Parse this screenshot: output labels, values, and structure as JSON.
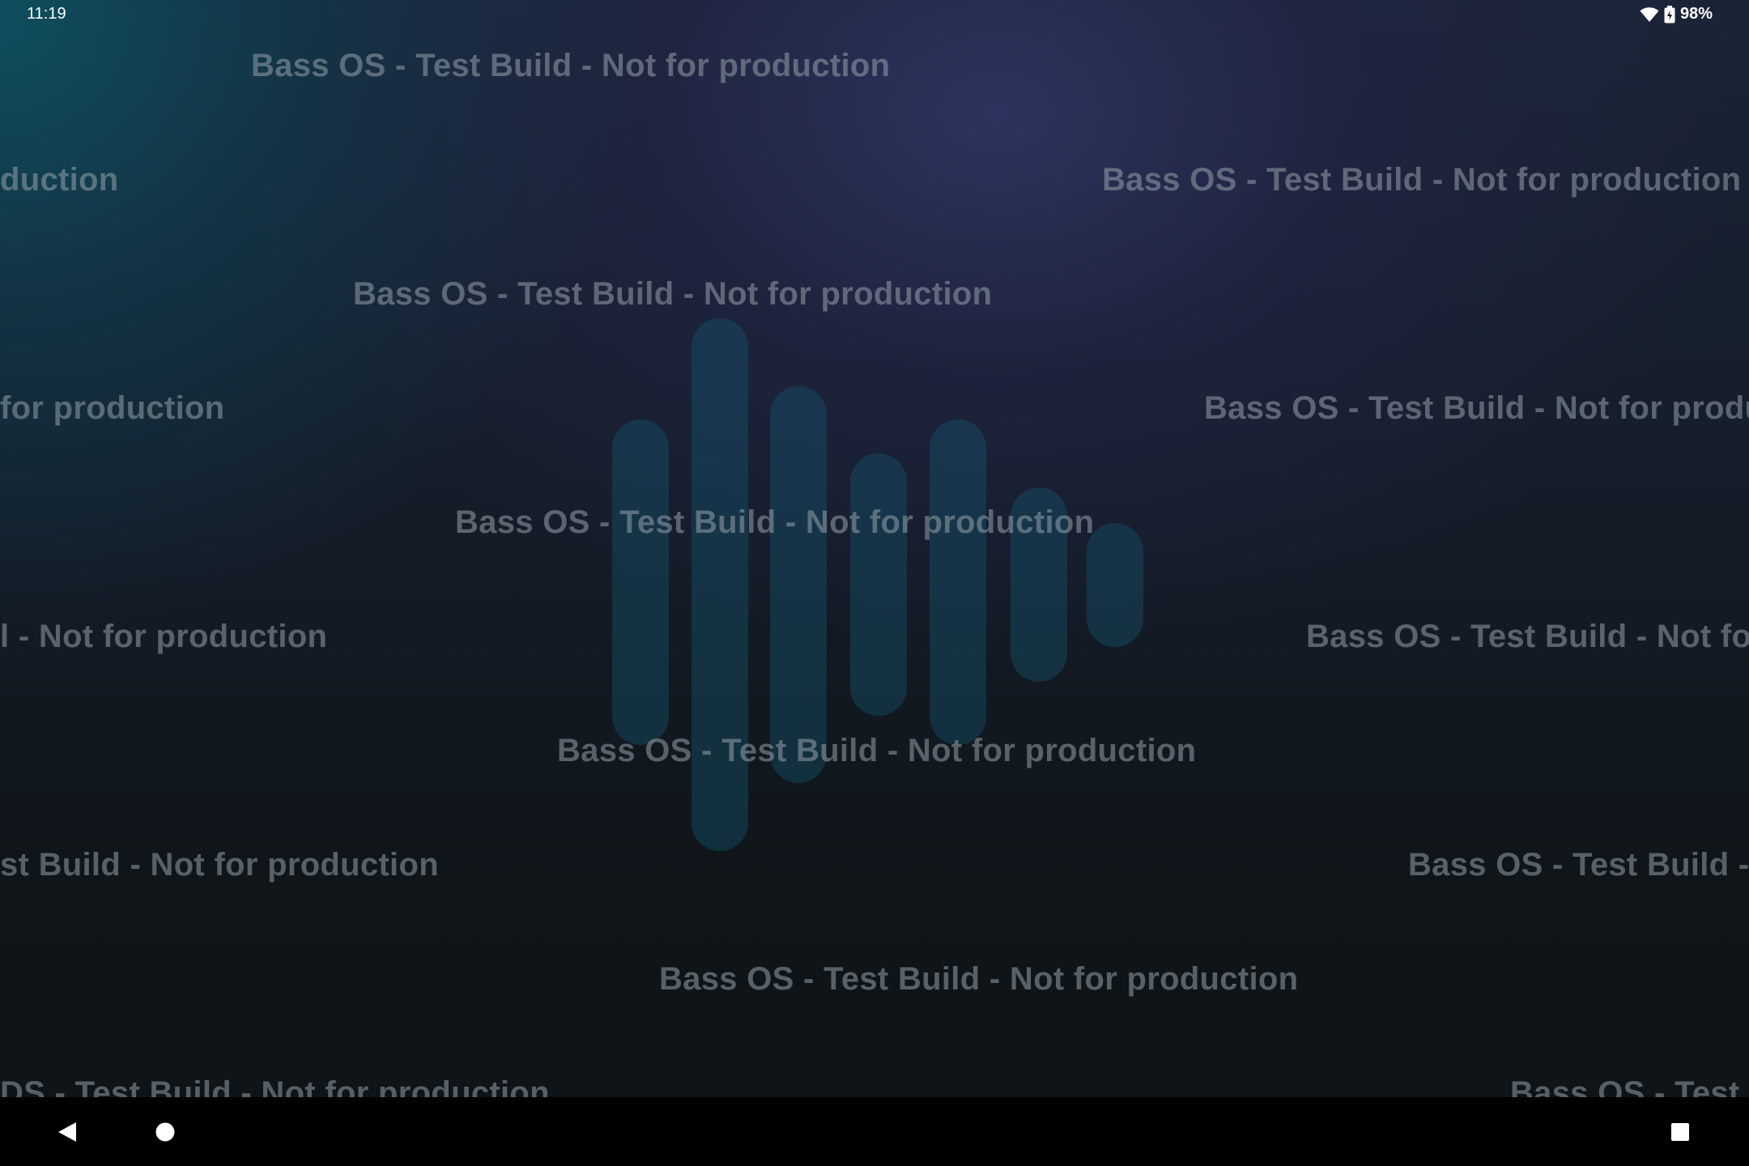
{
  "status_bar": {
    "time": "11:19",
    "battery_percent": "98%",
    "icons": [
      "wifi-icon",
      "battery-icon"
    ]
  },
  "wallpaper": {
    "logo_icon": "sound-wave-logo-icon",
    "watermark_text": "Bass OS - Test Build - Not for production",
    "colors": {
      "teal": "#0e5060",
      "indigo": "#2e3460",
      "dark": "#0e1317"
    }
  },
  "watermarks": [
    {
      "text": "Bass OS - Test Build - Not for production"
    },
    {
      "text": "duction"
    },
    {
      "text": "Bass OS - Test Build - Not for production"
    },
    {
      "text": "Bass OS - Test Build - Not for production"
    },
    {
      "text": "for production"
    },
    {
      "text": "Bass OS - Test Build - Not for produc"
    },
    {
      "text": "Bass OS - Test Build - Not for production"
    },
    {
      "text": "l - Not for production"
    },
    {
      "text": "Bass OS - Test Build - Not for"
    },
    {
      "text": "Bass OS - Test Build - Not for production"
    },
    {
      "text": "st Build - Not for production"
    },
    {
      "text": "Bass OS - Test Build - N"
    },
    {
      "text": "Bass OS - Test Build - Not for production"
    },
    {
      "text": "DS - Test Build - Not for production"
    },
    {
      "text": "Bass OS - Test B"
    }
  ],
  "nav_bar": {
    "back_icon": "back-triangle-icon",
    "home_icon": "home-circle-icon",
    "recents_icon": "recents-square-icon"
  }
}
